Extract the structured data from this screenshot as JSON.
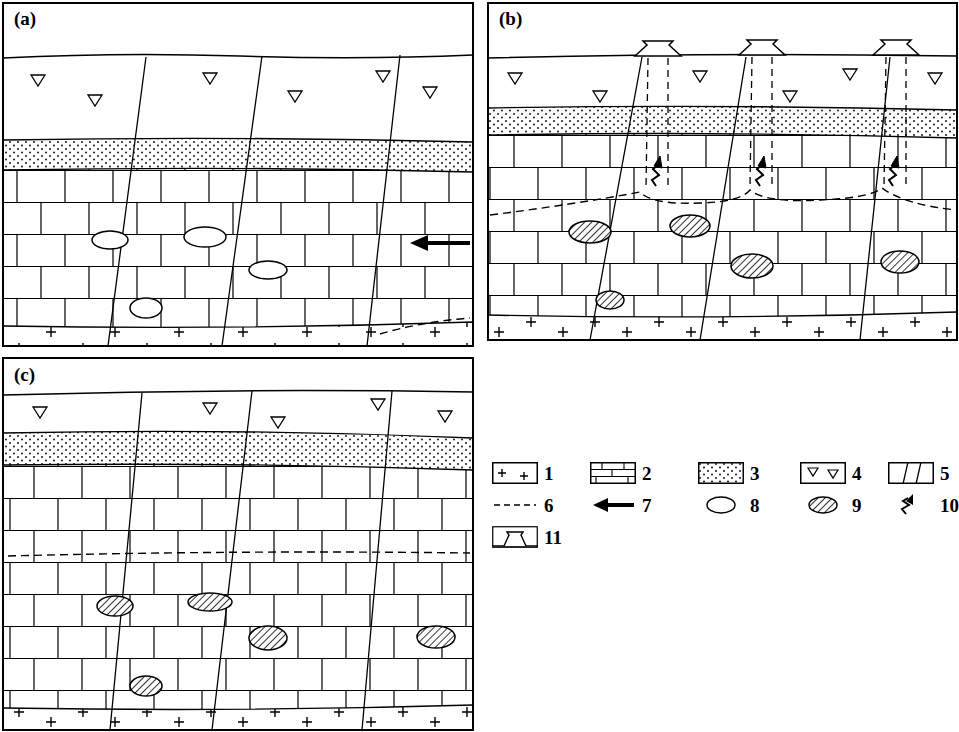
{
  "diagram": {
    "labels": [
      "(a)",
      "(b)",
      "(c)"
    ],
    "legend": [
      {
        "text": "1"
      },
      {
        "text": "2"
      },
      {
        "text": "3"
      },
      {
        "text": "4"
      },
      {
        "text": "5"
      },
      {
        "text": "6"
      },
      {
        "text": "7"
      },
      {
        "text": "8"
      },
      {
        "text": "9"
      },
      {
        "text": "10"
      },
      {
        "text": "11"
      }
    ]
  }
}
